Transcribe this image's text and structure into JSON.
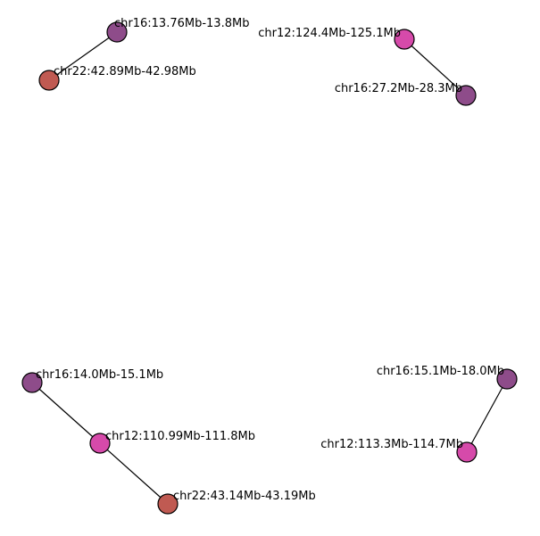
{
  "graph": {
    "node_colors": {
      "chr16": "#8e4c8a",
      "chr12": "#d64aaa",
      "chr22": "#c05a52"
    },
    "nodes": [
      {
        "id": "n1",
        "label": "chr16:13.76Mb-13.8Mb",
        "chrom": "chr16"
      },
      {
        "id": "n2",
        "label": "chr22:42.89Mb-42.98Mb",
        "chrom": "chr22"
      },
      {
        "id": "n3",
        "label": "chr12:124.4Mb-125.1Mb",
        "chrom": "chr12"
      },
      {
        "id": "n4",
        "label": "chr16:27.2Mb-28.3Mb",
        "chrom": "chr16"
      },
      {
        "id": "n5",
        "label": "chr16:14.0Mb-15.1Mb",
        "chrom": "chr16"
      },
      {
        "id": "n6",
        "label": "chr12:110.99Mb-111.8Mb",
        "chrom": "chr12"
      },
      {
        "id": "n7",
        "label": "chr22:43.14Mb-43.19Mb",
        "chrom": "chr22"
      },
      {
        "id": "n8",
        "label": "chr16:15.1Mb-18.0Mb",
        "chrom": "chr16"
      },
      {
        "id": "n9",
        "label": "chr12:113.3Mb-114.7Mb",
        "chrom": "chr12"
      }
    ],
    "edges": [
      {
        "source": "n1",
        "target": "n2"
      },
      {
        "source": "n3",
        "target": "n4"
      },
      {
        "source": "n5",
        "target": "n6"
      },
      {
        "source": "n6",
        "target": "n7"
      },
      {
        "source": "n8",
        "target": "n9"
      }
    ]
  }
}
